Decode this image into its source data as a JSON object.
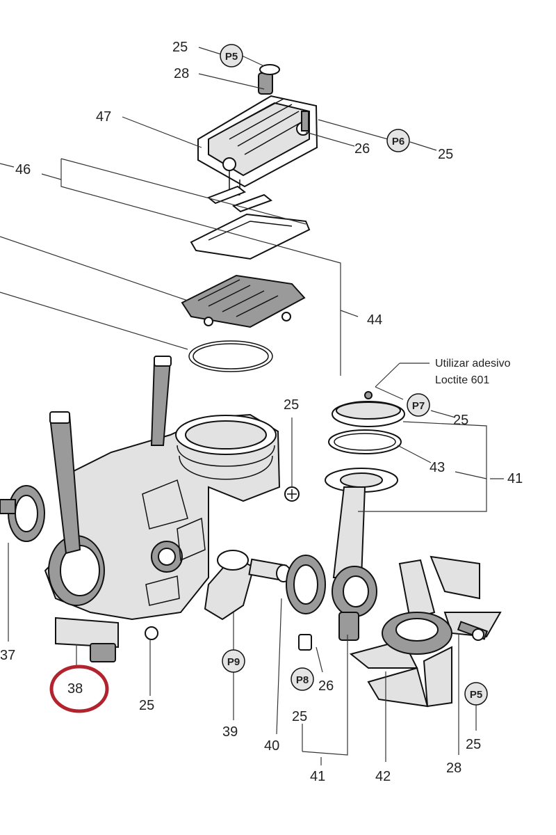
{
  "colors": {
    "line": "#111111",
    "highlight": "#b2232e",
    "badge_fill": "#e4e4e4"
  },
  "labels": {
    "l25_top": "25",
    "l28_top": "28",
    "l47": "47",
    "l26_top": "26",
    "l25_topright": "25",
    "l46": "46",
    "l44": "44",
    "l25_mid": "25",
    "l25_r41": "25",
    "l43": "43",
    "l41_right": "41",
    "l37": "37",
    "l38": "38",
    "l25_bot": "25",
    "l39": "39",
    "l40": "40",
    "l26_bot": "26",
    "l25_b41": "25",
    "l41_bot": "41",
    "l42": "42",
    "l28_bot": "28",
    "l25_botright": "25"
  },
  "badges": {
    "p5_top": "P5",
    "p6": "P6",
    "p7": "P7",
    "p9": "P9",
    "p8": "P8",
    "p5_bot": "P5"
  },
  "note": {
    "line1": "Utilizar adesivo",
    "line2": "Loctite 601"
  },
  "highlighted_part": "38"
}
